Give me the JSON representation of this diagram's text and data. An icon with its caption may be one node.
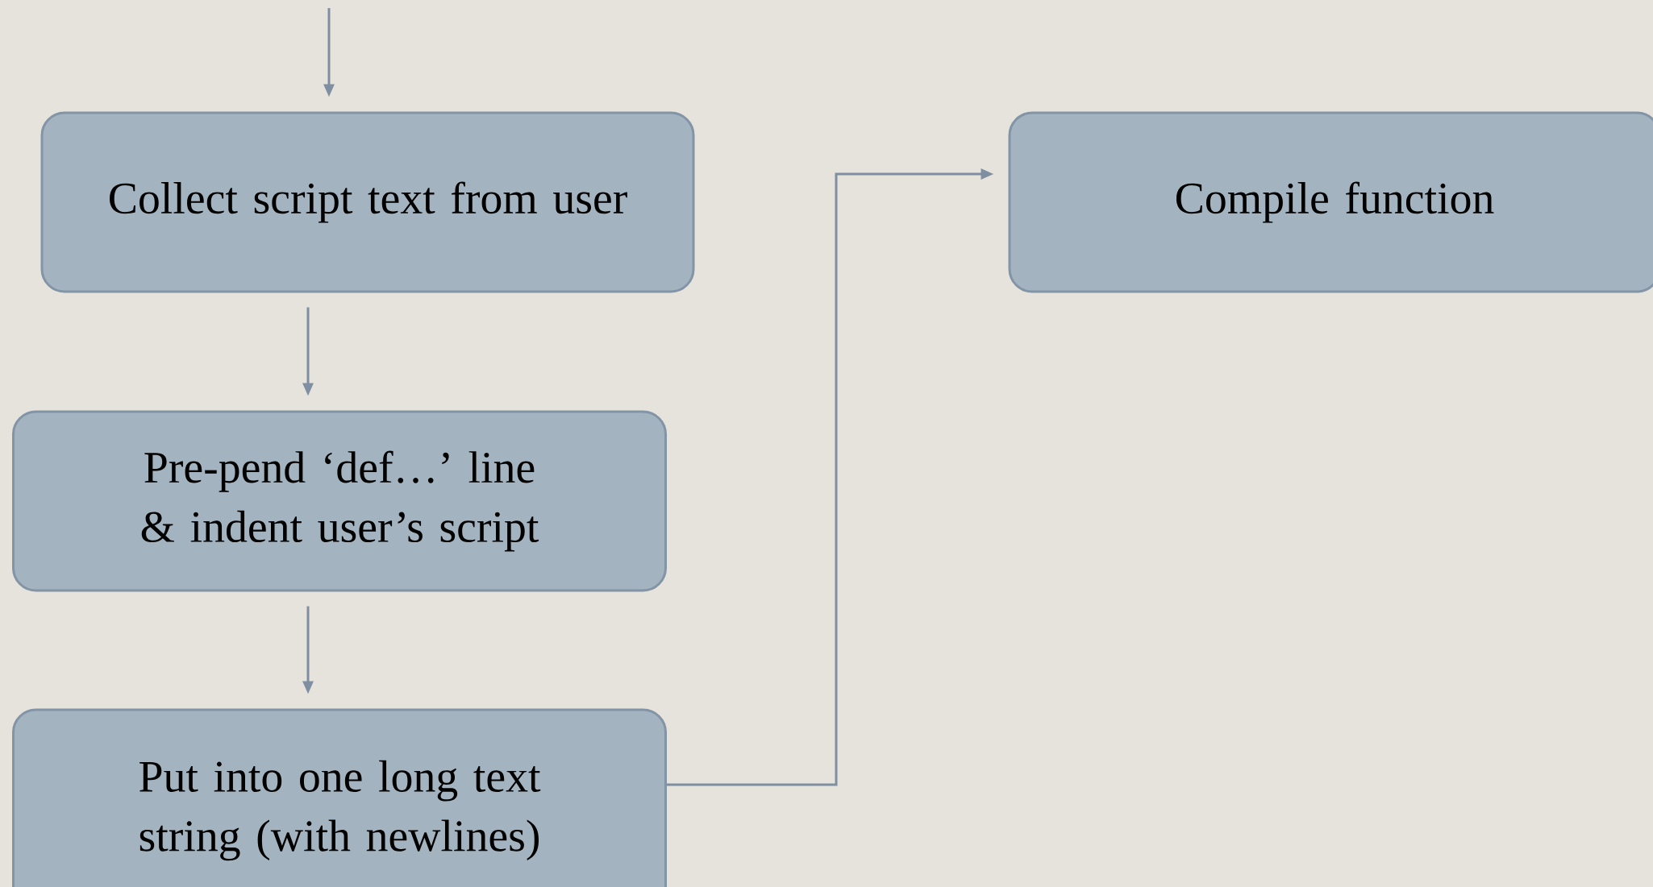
{
  "diagram": {
    "nodes": [
      {
        "text": [
          "Collect script text from user"
        ]
      },
      {
        "text": [
          "Pre-pend ‘def…’ line & indent user’s script"
        ]
      },
      {
        "text": [
          "Put into one long text string (with newlines)"
        ]
      },
      {
        "text": [
          "Compile function"
        ]
      }
    ],
    "edges": [
      {
        "from": null,
        "to": 0,
        "arrow": "to"
      },
      {
        "from": 0,
        "to": 1,
        "arrow": "to"
      },
      {
        "from": 1,
        "to": 2,
        "arrow": "to"
      },
      {
        "from": 2,
        "to": 3,
        "arrow": "to"
      }
    ]
  }
}
